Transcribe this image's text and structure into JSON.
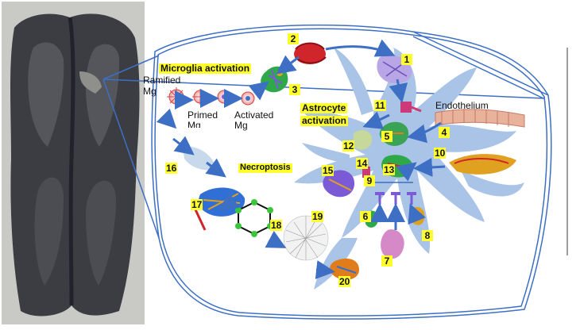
{
  "labels": {
    "microglia_activation": "Microglia activation",
    "ramified": "Ramified",
    "mg": "Mg",
    "primed": "Primed",
    "primed_mg": "Mg",
    "activated": "Activated",
    "activated_mg": "Mg",
    "astrocyte_line1": "Astrocyte",
    "astrocyte_line2": "activation",
    "endothelium": "Endothelium",
    "necroptosis": "Necroptosis"
  },
  "numbers": [
    "1",
    "2",
    "3",
    "4",
    "5",
    "6",
    "7",
    "8",
    "9",
    "10",
    "11",
    "12",
    "13",
    "14",
    "15",
    "16",
    "17",
    "18",
    "19",
    "20"
  ],
  "colors": {
    "astrocyte": "#a9c4e6",
    "arrow": "#3d6fc4",
    "highlight": "#ffff2e",
    "tissue_dark": "#3a3a40",
    "tissue_light": "#b6b7b4",
    "endothelium": "#e8b39a"
  }
}
